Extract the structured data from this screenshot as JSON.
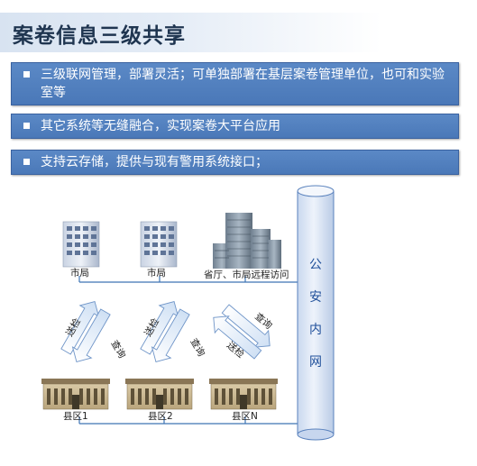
{
  "title": "案卷信息三级共享",
  "bullets": [
    "三级联网管理，部署灵活；可单独部署在基层案卷管理单位，也可和实验室等",
    "其它系统等无缝融合，实现案卷大平台应用",
    "支持云存储，提供与现有警用系统接口；"
  ],
  "nodes": {
    "city1": "市局",
    "city2": "市局",
    "province": "省厅、市局远程访问",
    "county1": "县区1",
    "county2": "县区2",
    "countyN": "县区N"
  },
  "arrows": {
    "send": "送检",
    "query": "查询"
  },
  "network": [
    "公",
    "安",
    "内",
    "网"
  ],
  "colors": {
    "accent": "#4a78b8",
    "line": "#3d74b5",
    "cylinder": "#e6edf8"
  }
}
